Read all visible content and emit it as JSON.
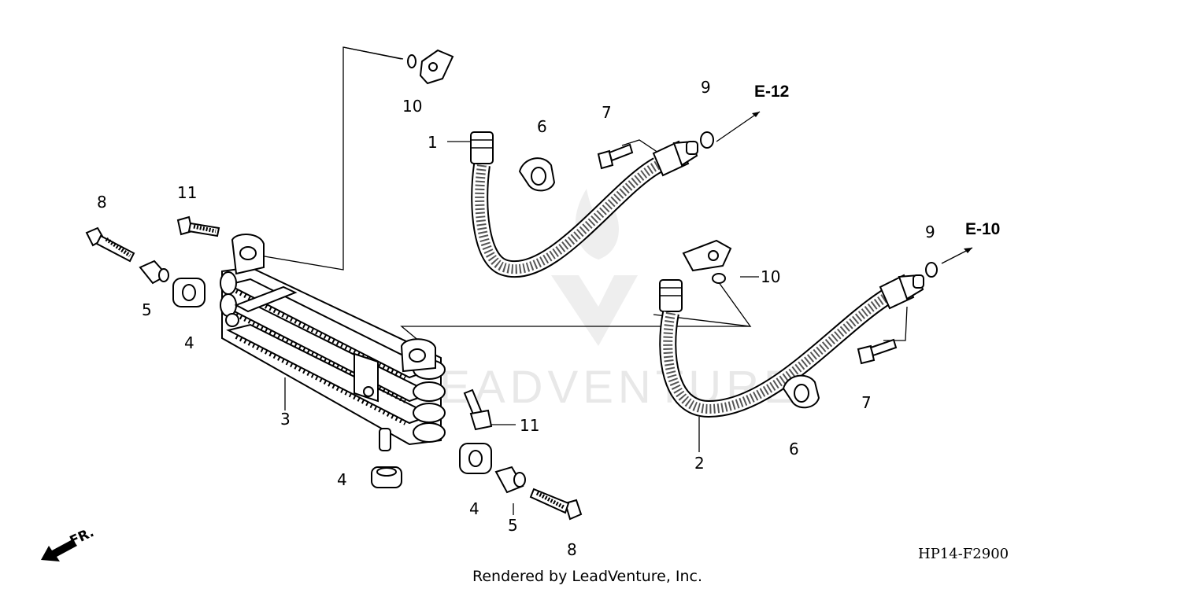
{
  "diagram": {
    "part_numbers": {
      "p1": "1",
      "p2": "2",
      "p3": "3",
      "p4a": "4",
      "p4b": "4",
      "p4c": "4",
      "p5a": "5",
      "p5b": "5",
      "p6a": "6",
      "p6b": "6",
      "p7a": "7",
      "p7b": "7",
      "p8a": "8",
      "p8b": "8",
      "p9a": "9",
      "p9b": "9",
      "p10a": "10",
      "p10b": "10",
      "p11a": "11",
      "p11b": "11"
    },
    "references": {
      "e12": "E-12",
      "e10": "E-10"
    },
    "front_label": "FR.",
    "diagram_code": "HP14-F2900",
    "credit": "Rendered by LeadVenture, Inc.",
    "watermark": "LEADVENTURE"
  }
}
